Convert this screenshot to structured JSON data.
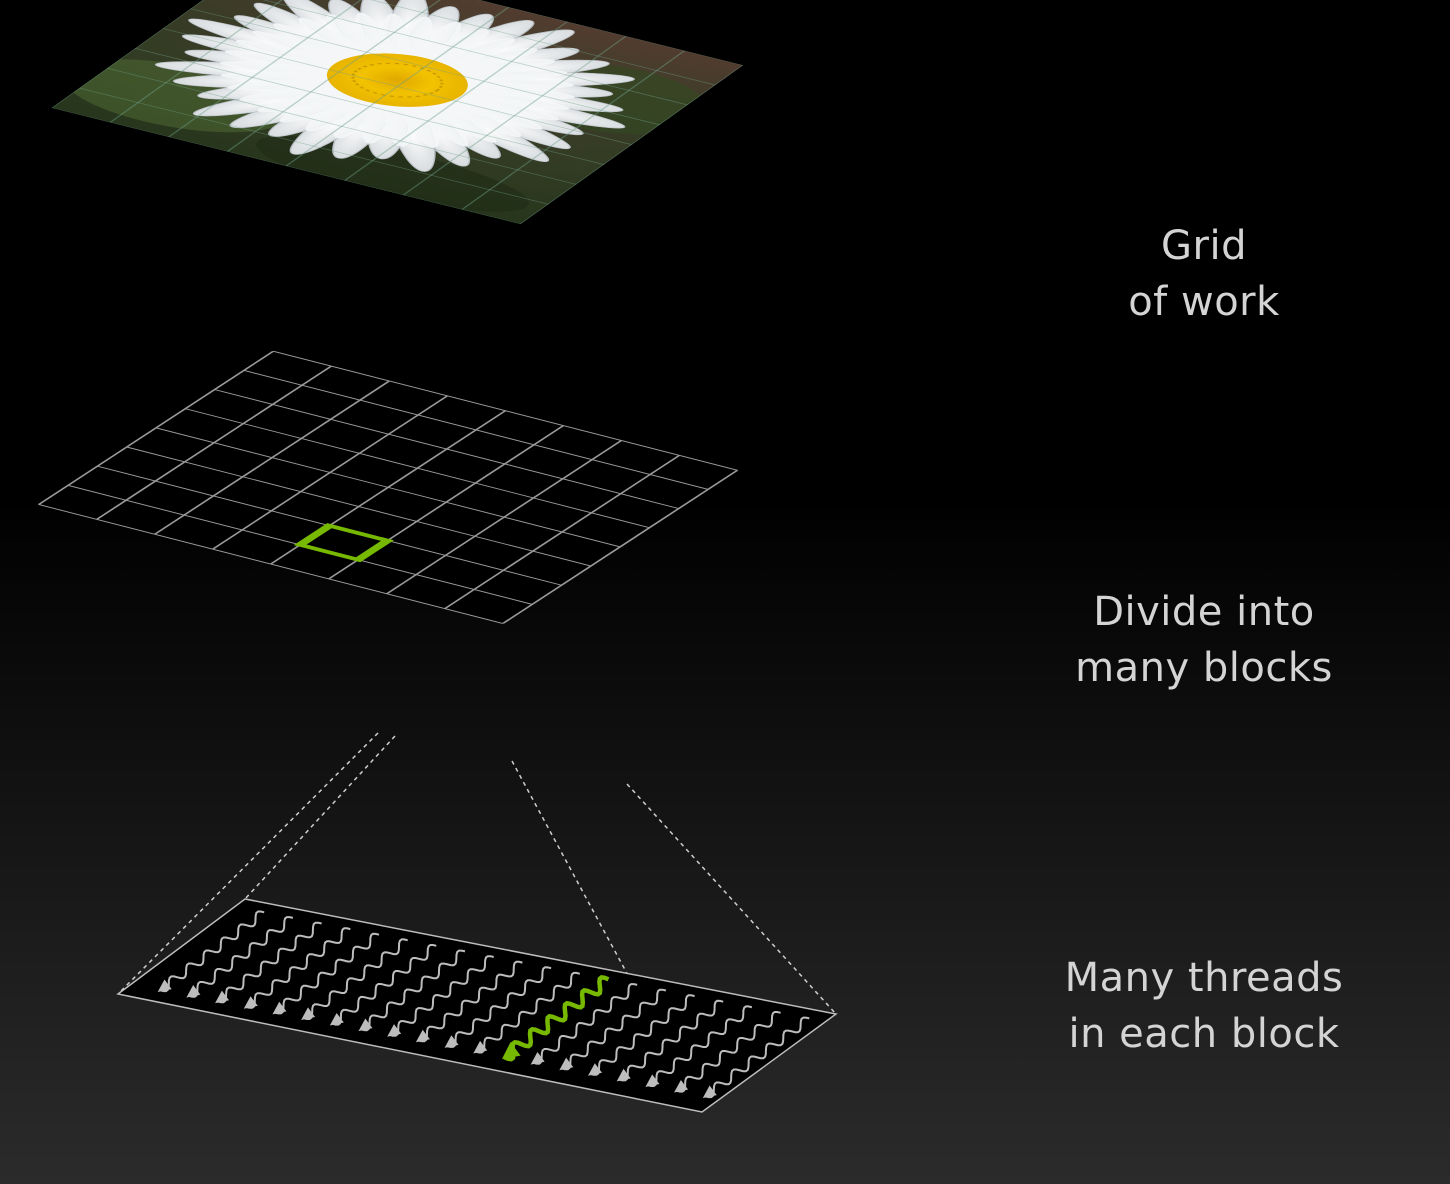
{
  "labels": {
    "grid": [
      "Grid",
      "of work"
    ],
    "blocks": [
      "Divide into",
      "many blocks"
    ],
    "threads": [
      "Many threads",
      "in each block"
    ]
  },
  "picture": {
    "subject": "daisy-flower-photo",
    "grid_rows": 8,
    "grid_cols": 8
  },
  "block_grid": {
    "rows": 8,
    "cols": 8,
    "highlighted_cell": {
      "row": 6,
      "col": 4
    }
  },
  "threads": {
    "count": 20,
    "highlighted_index": 12
  },
  "colors": {
    "accent": "#76b900",
    "grid_line": "#9a9a9a",
    "label_text": "#d4d4d4",
    "thread": "#bdbdbd"
  }
}
